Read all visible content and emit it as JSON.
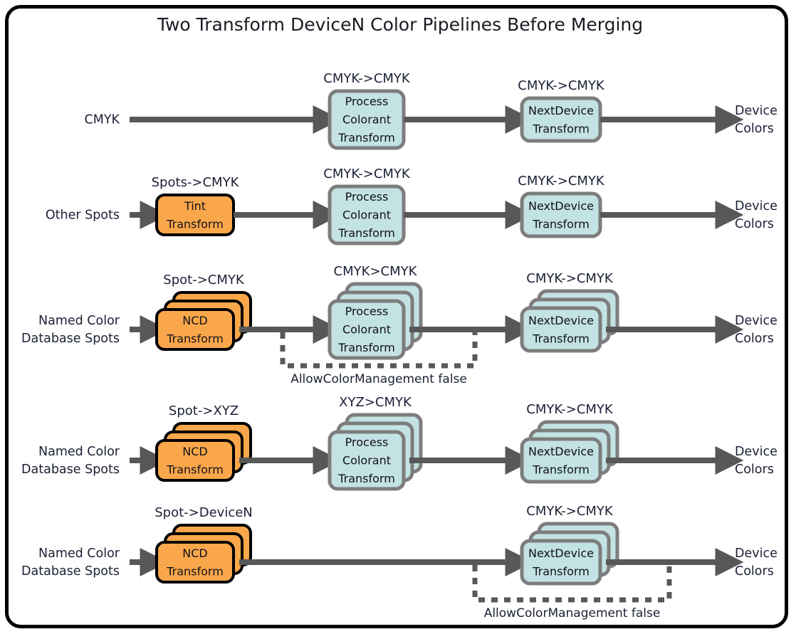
{
  "title": "Two Transform DeviceN Color Pipelines Before Merging",
  "colors": {
    "transform_box_fill": "#c3e2e4",
    "transform_box_border": "#7d7d7d",
    "ncd_box_fill": "#faa74b",
    "ncd_box_border": "#000000",
    "arrow": "#585858",
    "frame": "#000000",
    "text": "#1b2035",
    "background": "#ffffff"
  },
  "labels": {
    "device_colors": "Device\nColors",
    "device_colors_line1": "Device",
    "device_colors_line2": "Colors",
    "allow_color_management": "AllowColorManagement false"
  },
  "rows": [
    {
      "id": "row-cmyk",
      "source_label_lines": [
        "CMYK"
      ],
      "first_stage": null,
      "process_stage": {
        "name": "process-colorant-transform",
        "lines": [
          "Process",
          "Colorant",
          "Transform"
        ],
        "edge_label": "CMYK->CMYK",
        "stacked": false
      },
      "next_stage": {
        "name": "nextdevice-transform",
        "lines": [
          "NextDevice",
          "Transform"
        ],
        "edge_label": "CMYK->CMYK",
        "stacked": false
      },
      "output_label_lines": [
        "Device",
        "Colors"
      ],
      "bypass": null
    },
    {
      "id": "row-other-spots",
      "source_label_lines": [
        "Other Spots"
      ],
      "first_stage": {
        "name": "tint-transform",
        "lines": [
          "Tint",
          "Transform"
        ],
        "edge_label": "Spots->CMYK",
        "stacked": false
      },
      "process_stage": {
        "name": "process-colorant-transform",
        "lines": [
          "Process",
          "Colorant",
          "Transform"
        ],
        "edge_label": "CMYK->CMYK",
        "stacked": false
      },
      "next_stage": {
        "name": "nextdevice-transform",
        "lines": [
          "NextDevice",
          "Transform"
        ],
        "edge_label": "CMYK->CMYK",
        "stacked": false
      },
      "output_label_lines": [
        "Device",
        "Colors"
      ],
      "bypass": null
    },
    {
      "id": "row-ncd-cmyk",
      "source_label_lines": [
        "Named Color",
        "Database Spots"
      ],
      "first_stage": {
        "name": "ncd-transform",
        "lines": [
          "NCD",
          "Transform"
        ],
        "edge_label": "Spot->CMYK",
        "stacked": true
      },
      "process_stage": {
        "name": "process-colorant-transform",
        "lines": [
          "Process",
          "Colorant",
          "Transform"
        ],
        "edge_label": "CMYK>CMYK",
        "stacked": true
      },
      "next_stage": {
        "name": "nextdevice-transform",
        "lines": [
          "NextDevice",
          "Transform"
        ],
        "edge_label": "CMYK->CMYK",
        "stacked": true
      },
      "output_label_lines": [
        "Device",
        "Colors"
      ],
      "bypass": {
        "label": "AllowColorManagement false",
        "around": "process-colorant-transform"
      }
    },
    {
      "id": "row-ncd-xyz",
      "source_label_lines": [
        "Named Color",
        "Database Spots"
      ],
      "first_stage": {
        "name": "ncd-transform",
        "lines": [
          "NCD",
          "Transform"
        ],
        "edge_label": "Spot->XYZ",
        "stacked": true
      },
      "process_stage": {
        "name": "process-colorant-transform",
        "lines": [
          "Process",
          "Colorant",
          "Transform"
        ],
        "edge_label": "XYZ>CMYK",
        "stacked": true
      },
      "next_stage": {
        "name": "nextdevice-transform",
        "lines": [
          "NextDevice",
          "Transform"
        ],
        "edge_label": "CMYK->CMYK",
        "stacked": true
      },
      "output_label_lines": [
        "Device",
        "Colors"
      ],
      "bypass": null
    },
    {
      "id": "row-ncd-devicen",
      "source_label_lines": [
        "Named Color",
        "Database Spots"
      ],
      "first_stage": {
        "name": "ncd-transform",
        "lines": [
          "NCD",
          "Transform"
        ],
        "edge_label": "Spot->DeviceN",
        "stacked": true
      },
      "process_stage": null,
      "next_stage": {
        "name": "nextdevice-transform",
        "lines": [
          "NextDevice",
          "Transform"
        ],
        "edge_label": "CMYK->CMYK",
        "stacked": true
      },
      "output_label_lines": [
        "Device",
        "Colors"
      ],
      "bypass": {
        "label": "AllowColorManagement false",
        "around": "nextdevice-transform"
      }
    }
  ]
}
